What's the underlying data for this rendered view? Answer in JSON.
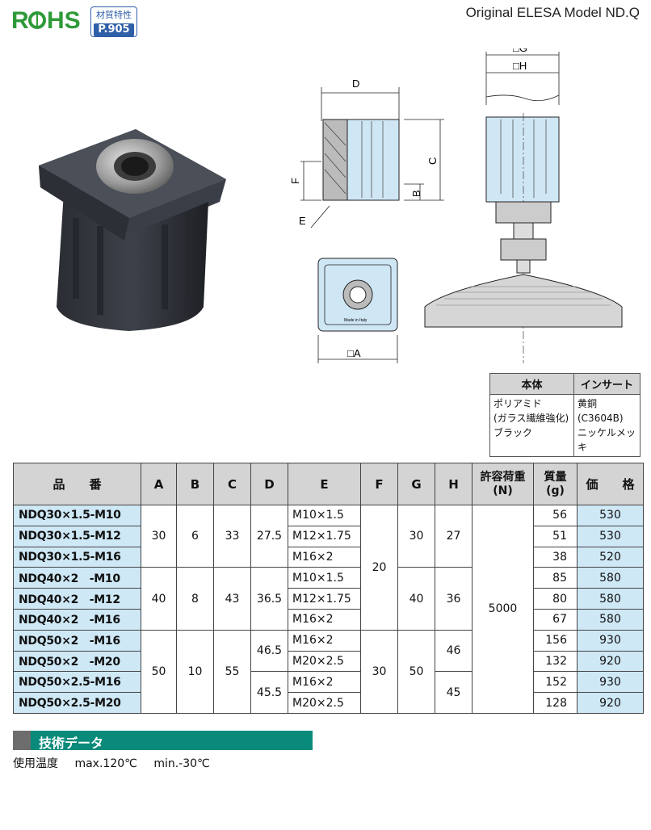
{
  "header": {
    "rohs_logo": "RoHS",
    "badge_title": "材質特性",
    "badge_page": "P.905",
    "model_title": "Original ELESA Model ND.Q"
  },
  "drawing": {
    "label_D": "D",
    "label_C": "C",
    "label_F": "F",
    "label_B": "B",
    "label_E": "E",
    "label_A": "□A",
    "label_G": "□G",
    "label_H": "□H",
    "made_in": "Made in Italy"
  },
  "material_table": {
    "headers": [
      "本体",
      "インサート"
    ],
    "body": [
      "ポリアミド",
      "(ガラス繊維強化)",
      "ブラック"
    ],
    "insert": [
      "黄銅",
      "(C3604B)",
      "ニッケルメッキ"
    ]
  },
  "spec_table": {
    "headers": {
      "part_no": "品　　番",
      "A": "A",
      "B": "B",
      "C": "C",
      "D": "D",
      "E": "E",
      "F": "F",
      "G": "G",
      "H": "H",
      "load_line1": "許容荷重",
      "load_line2": "(N)",
      "mass_line1": "質量",
      "mass_line2": "(g)",
      "price": "価　　格"
    },
    "rows": [
      {
        "part": "NDQ30×1.5-M10",
        "E": "M10×1.5",
        "mass": "56",
        "price": "530"
      },
      {
        "part": "NDQ30×1.5-M12",
        "E": "M12×1.75",
        "mass": "51",
        "price": "530"
      },
      {
        "part": "NDQ30×1.5-M16",
        "E": "M16×2",
        "mass": "38",
        "price": "520"
      },
      {
        "part": "NDQ40×2　-M10",
        "E": "M10×1.5",
        "mass": "85",
        "price": "580"
      },
      {
        "part": "NDQ40×2　-M12",
        "E": "M12×1.75",
        "mass": "80",
        "price": "580"
      },
      {
        "part": "NDQ40×2　-M16",
        "E": "M16×2",
        "mass": "67",
        "price": "580"
      },
      {
        "part": "NDQ50×2　-M16",
        "E": "M16×2",
        "mass": "156",
        "price": "930"
      },
      {
        "part": "NDQ50×2　-M20",
        "E": "M20×2.5",
        "mass": "132",
        "price": "920"
      },
      {
        "part": "NDQ50×2.5-M16",
        "E": "M16×2",
        "mass": "152",
        "price": "930"
      },
      {
        "part": "NDQ50×2.5-M20",
        "E": "M20×2.5",
        "mass": "128",
        "price": "920"
      }
    ],
    "groups": {
      "g30": {
        "A": "30",
        "B": "6",
        "C": "33",
        "D": "27.5",
        "G": "30",
        "H": "27"
      },
      "g40": {
        "A": "40",
        "B": "8",
        "C": "43",
        "D": "36.5",
        "G": "40",
        "H": "36"
      },
      "g50": {
        "A": "50",
        "B": "10",
        "C": "55",
        "D1": "46.5",
        "D2": "45.5",
        "G": "50",
        "H1": "46",
        "H2": "45"
      },
      "F1": "20",
      "F2": "30",
      "load": "5000"
    }
  },
  "tech": {
    "title": "技術データ",
    "label": "使用温度",
    "max": "max.120℃",
    "min": "min.-30℃"
  }
}
